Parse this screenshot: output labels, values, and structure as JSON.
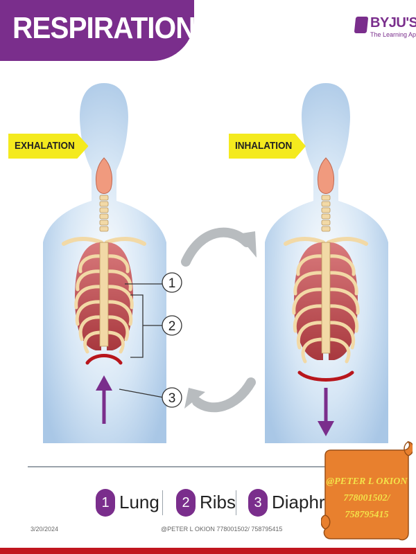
{
  "title": "RESPIRATION",
  "logo": {
    "name": "BYJU'S",
    "tagline": "The Learning App"
  },
  "labels": {
    "exhalation": "EXHALATION",
    "inhalation": "INHALATION"
  },
  "callouts": [
    "1",
    "2",
    "3"
  ],
  "legend": [
    {
      "num": "1",
      "text": "Lung"
    },
    {
      "num": "2",
      "text": "Ribs"
    },
    {
      "num": "3",
      "text": "Diaphram"
    }
  ],
  "footer": {
    "date": "3/20/2024",
    "credit": "@PETER L  OKION   778001502/  758795415"
  },
  "note": {
    "line1": "@PETER  L  OKION",
    "line2": "778001502/ 758795415"
  },
  "colors": {
    "brand": "#7a2e8c",
    "tag": "#f4ea1e",
    "body": "#aecbe8",
    "lung": "#c85a5e",
    "diaphragm": "#b8161c",
    "arrow": "#7a2e8c",
    "scroll": "#e8802e"
  }
}
